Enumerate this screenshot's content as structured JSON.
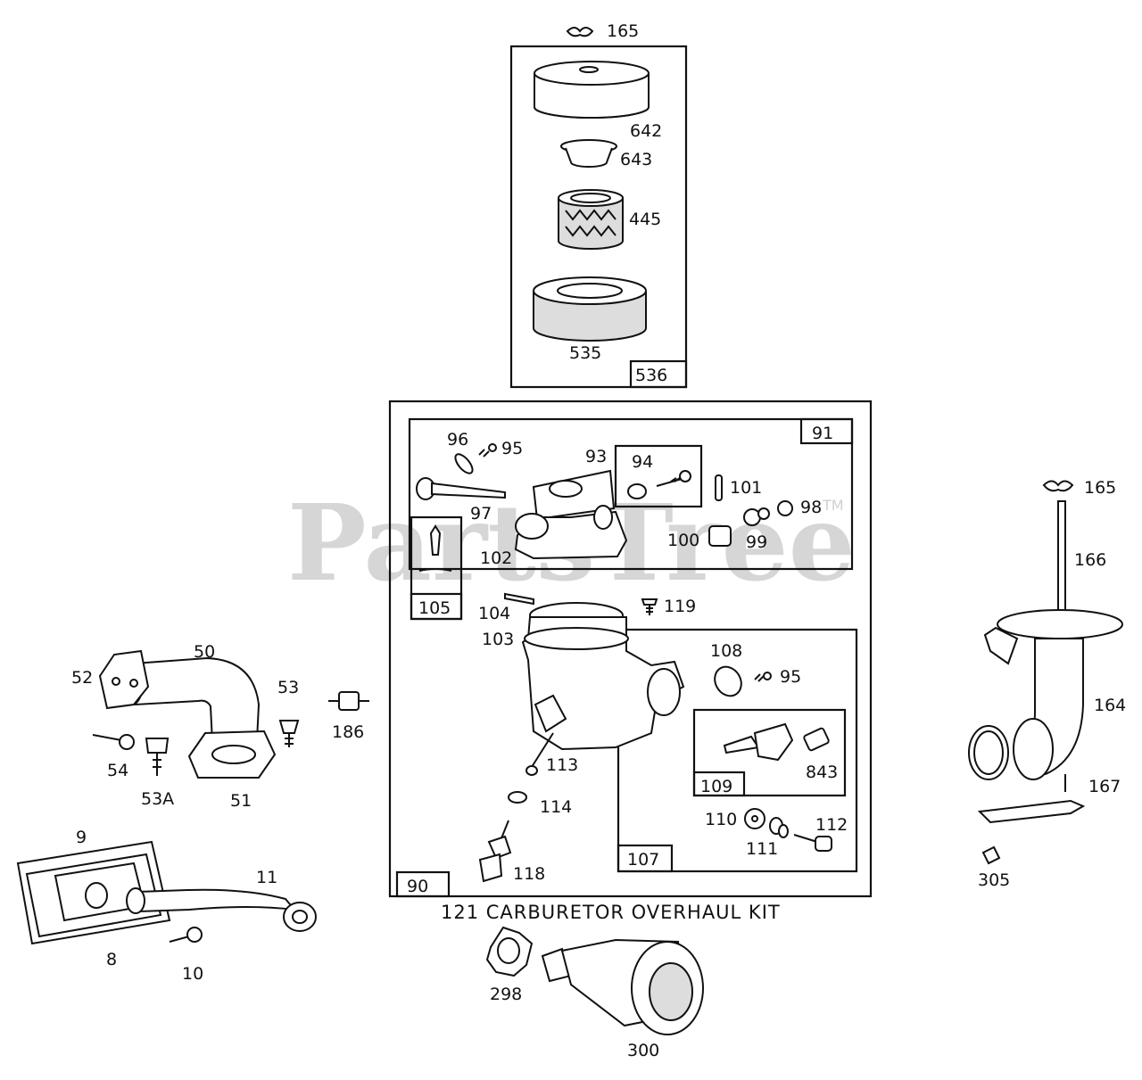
{
  "watermark": {
    "text": "PartsTree",
    "tm": "TM"
  },
  "kit_label": "121 CARBURETOR OVERHAUL KIT",
  "box_labels": {
    "b536": "536",
    "b91": "91",
    "b90": "90",
    "b105": "105",
    "b107": "107",
    "b109": "109",
    "b94": "94"
  },
  "labels": {
    "p165a": "165",
    "p642": "642",
    "p643": "643",
    "p445": "445",
    "p535": "535",
    "p96": "96",
    "p95a": "95",
    "p93": "93",
    "p97": "97",
    "p102": "102",
    "p101": "101",
    "p98": "98",
    "p100": "100",
    "p99": "99",
    "p104": "104",
    "p103": "103",
    "p119": "119",
    "p108": "108",
    "p95b": "95",
    "p843": "843",
    "p113": "113",
    "p114": "114",
    "p110": "110",
    "p112": "112",
    "p111": "111",
    "p118": "118",
    "p50": "50",
    "p52": "52",
    "p53": "53",
    "p186": "186",
    "p54": "54",
    "p53a": "53A",
    "p51": "51",
    "p9": "9",
    "p11": "11",
    "p8": "8",
    "p10": "10",
    "p298": "298",
    "p300": "300",
    "p165b": "165",
    "p166": "166",
    "p164": "164",
    "p167": "167",
    "p305": "305"
  }
}
